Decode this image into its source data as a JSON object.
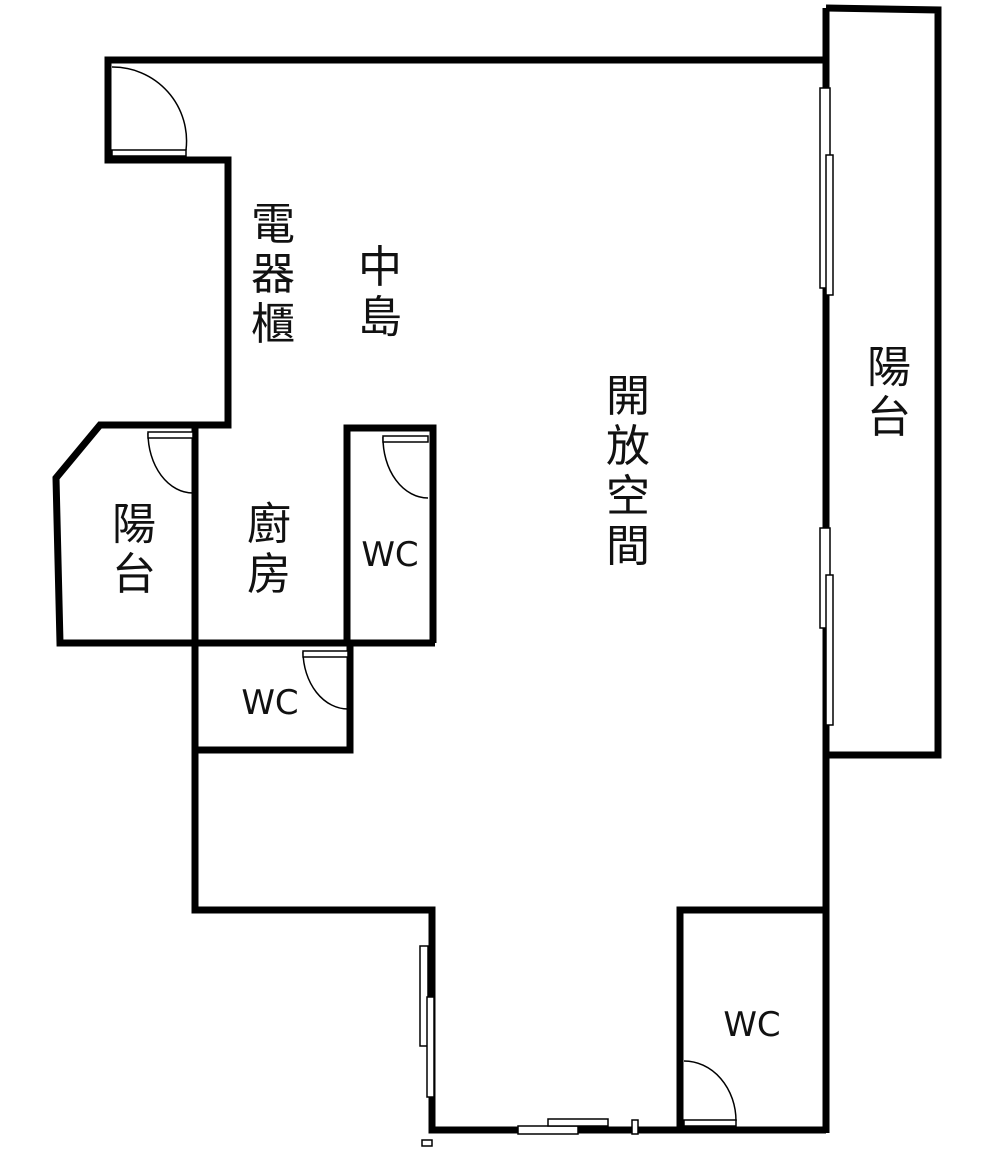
{
  "title": "Floor plan",
  "rooms": {
    "appliance_cabinet": "電器櫃",
    "island": "中島",
    "open_space": "開放空間",
    "balcony_right": "陽台",
    "balcony_left": "陽台",
    "kitchen": "廚房",
    "wc_kitchen": "WC",
    "wc_middle": "WC",
    "wc_bottom": "WC"
  },
  "colors": {
    "wall": "#000000",
    "background": "#ffffff"
  }
}
